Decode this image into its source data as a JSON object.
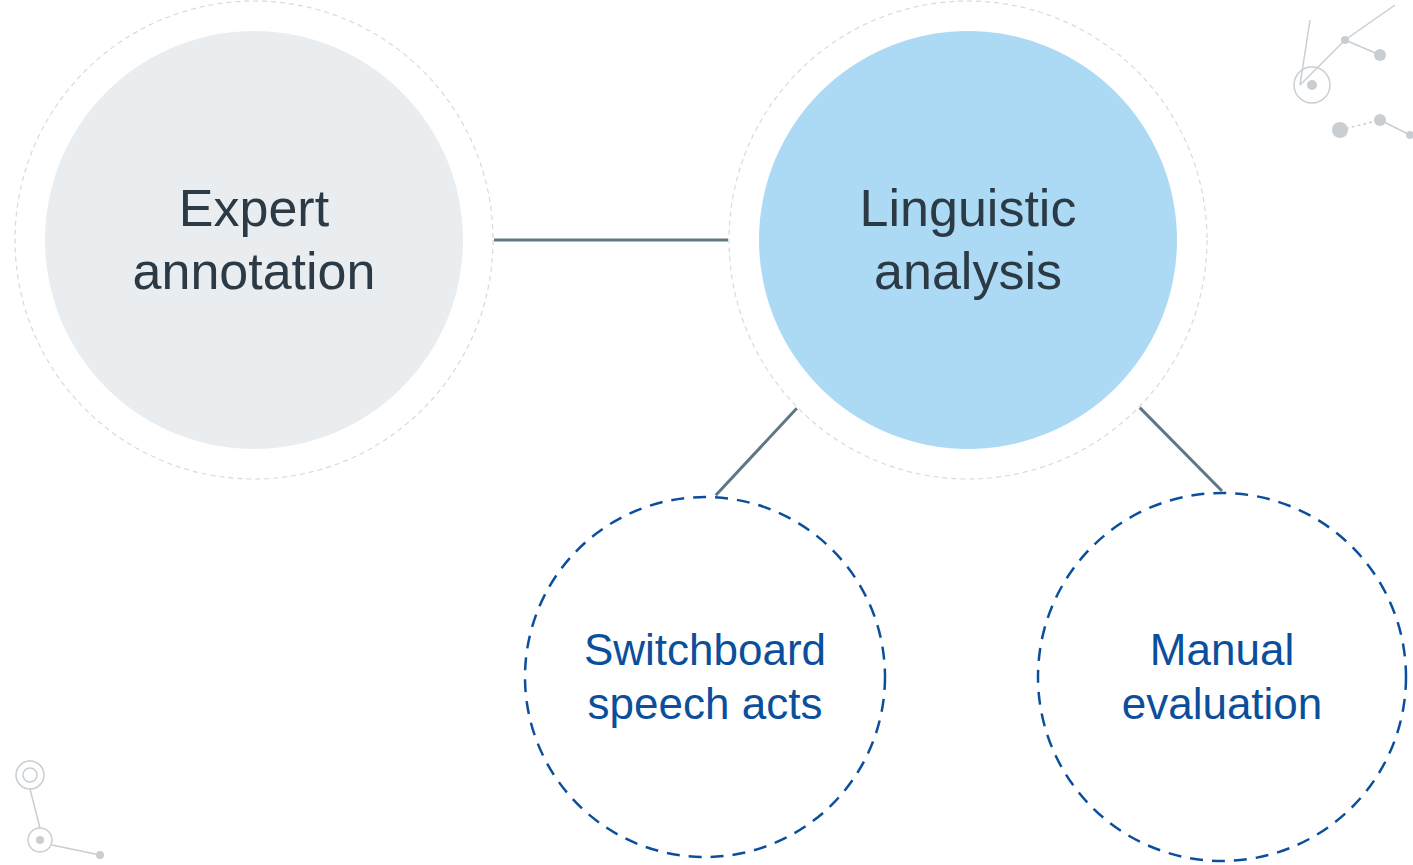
{
  "diagram": {
    "nodes": [
      {
        "text": [
          "Expert annotation"
        ]
      },
      {
        "text": [
          "Linguistic analysis"
        ]
      },
      {
        "text": [
          "Switchboard speech acts"
        ]
      },
      {
        "text": [
          "Manual evaluation"
        ]
      }
    ],
    "edges": [
      {
        "from": 0,
        "to": 1,
        "arrow": "none"
      },
      {
        "from": 1,
        "to": 2,
        "arrow": "none"
      },
      {
        "from": 1,
        "to": 3,
        "arrow": "none"
      }
    ]
  }
}
